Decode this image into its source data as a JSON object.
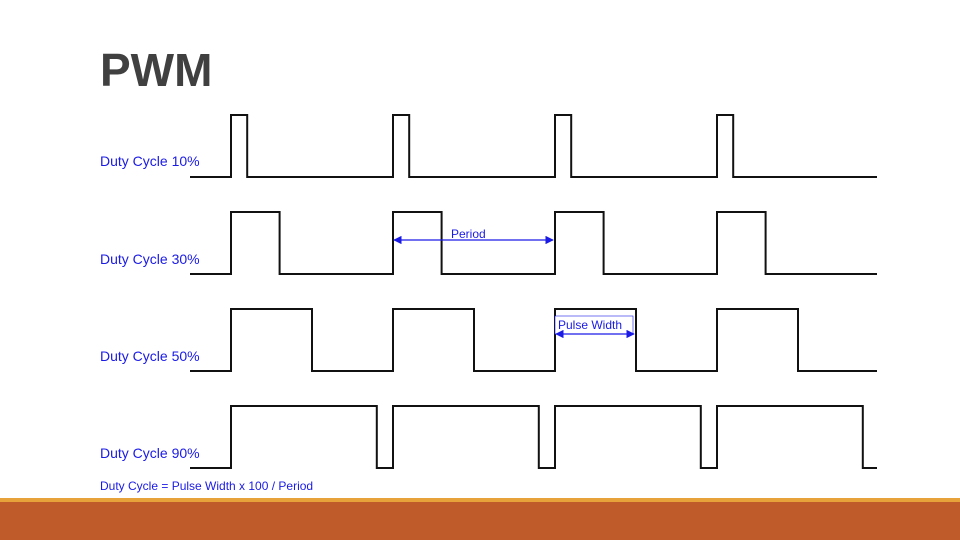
{
  "slide": {
    "title": "PWM"
  },
  "diagram": {
    "rows": [
      {
        "label": "Duty Cycle 10%",
        "duty": 0.1
      },
      {
        "label": "Duty Cycle 30%",
        "duty": 0.3
      },
      {
        "label": "Duty Cycle 50%",
        "duty": 0.5
      },
      {
        "label": "Duty Cycle 90%",
        "duty": 0.9
      }
    ],
    "period_label": "Period",
    "pulse_width_label": "Pulse Width",
    "formula": "Duty Cycle = Pulse Width x 100 / Period",
    "colors": {
      "annotation": "#1a1ae6",
      "signal": "#111111",
      "title": "#404040",
      "footer_accent": "#e8a23a",
      "footer_band": "#bf5a2b"
    }
  }
}
